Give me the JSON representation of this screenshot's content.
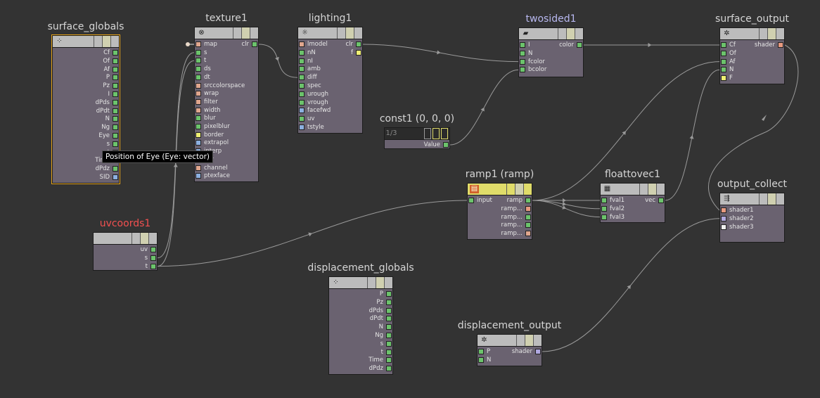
{
  "colors": {
    "background": "#333333",
    "wire": "#9a9a9a",
    "selected_outline": "#e8a51a",
    "port_green": "#6cc36c",
    "port_peach": "#e0a68e",
    "port_blue": "#8cb0e0",
    "port_yellow": "#efef74",
    "port_lilac": "#b0a8e0",
    "port_white": "#f0f0f0",
    "port_salmon": "#e89a80"
  },
  "tooltip": "Position of Eye (Eye: vector)",
  "nodes": [
    {
      "id": "surface_globals",
      "title": "surface_globals",
      "title_color": "#d6d6d6",
      "icon": "dots-icon",
      "icon_glyph": "⁘",
      "selected": true,
      "inputs": [],
      "outputs": [
        {
          "label": "Cf",
          "color": "green"
        },
        {
          "label": "Of",
          "color": "green"
        },
        {
          "label": "Af",
          "color": "green"
        },
        {
          "label": "P",
          "color": "green"
        },
        {
          "label": "Pz",
          "color": "green"
        },
        {
          "label": "I",
          "color": "green"
        },
        {
          "label": "dPds",
          "color": "green"
        },
        {
          "label": "dPdt",
          "color": "green"
        },
        {
          "label": "N",
          "color": "green"
        },
        {
          "label": "Ng",
          "color": "green"
        },
        {
          "label": "Eye",
          "color": "green"
        },
        {
          "label": "s",
          "color": "green"
        },
        {
          "label": "t",
          "color": "green"
        },
        {
          "label": "Time",
          "color": "green"
        },
        {
          "label": "dPdz",
          "color": "green"
        },
        {
          "label": "SID",
          "color": "blue"
        }
      ]
    },
    {
      "id": "texture1",
      "title": "texture1",
      "title_color": "#d6d6d6",
      "icon": "checker-icon",
      "icon_glyph": "⊗",
      "selected": false,
      "inputs": [
        {
          "label": "map",
          "color": "peach"
        },
        {
          "label": "s",
          "color": "green"
        },
        {
          "label": "t",
          "color": "green"
        },
        {
          "label": "ds",
          "color": "green"
        },
        {
          "label": "dt",
          "color": "green"
        },
        {
          "label": "srccolorspace",
          "color": "peach"
        },
        {
          "label": "wrap",
          "color": "peach"
        },
        {
          "label": "filter",
          "color": "peach"
        },
        {
          "label": "width",
          "color": "peach"
        },
        {
          "label": "blur",
          "color": "green"
        },
        {
          "label": "pixelblur",
          "color": "green"
        },
        {
          "label": "border",
          "color": "yellow"
        },
        {
          "label": "extrapol",
          "color": "blue"
        },
        {
          "label": "interp",
          "color": "blue"
        },
        {
          "label": "fillr",
          "color": "green"
        },
        {
          "label": "channel",
          "color": "peach"
        },
        {
          "label": "ptexface",
          "color": "blue"
        }
      ],
      "outputs": [
        {
          "label": "clr",
          "color": "green"
        }
      ]
    },
    {
      "id": "lighting1",
      "title": "lighting1",
      "title_color": "#d6d6d6",
      "icon": "bulb-icon",
      "icon_glyph": "☼",
      "selected": false,
      "inputs": [
        {
          "label": "lmodel",
          "color": "peach"
        },
        {
          "label": "nN",
          "color": "green"
        },
        {
          "label": "nI",
          "color": "green"
        },
        {
          "label": "amb",
          "color": "green"
        },
        {
          "label": "diff",
          "color": "green"
        },
        {
          "label": "spec",
          "color": "green"
        },
        {
          "label": "urough",
          "color": "green"
        },
        {
          "label": "vrough",
          "color": "green"
        },
        {
          "label": "facefwd",
          "color": "blue"
        },
        {
          "label": "uv",
          "color": "green"
        },
        {
          "label": "tstyle",
          "color": "blue"
        }
      ],
      "outputs": [
        {
          "label": "clr",
          "color": "green"
        },
        {
          "label": "f",
          "color": "yellow"
        }
      ]
    },
    {
      "id": "twosided1",
      "title": "twosided1",
      "title_color": "#b8b8f0",
      "icon": "box-icon",
      "icon_glyph": "▰",
      "selected": false,
      "inputs": [
        {
          "label": "I",
          "color": "green"
        },
        {
          "label": "N",
          "color": "green"
        },
        {
          "label": "fcolor",
          "color": "green"
        },
        {
          "label": "bcolor",
          "color": "green"
        }
      ],
      "outputs": [
        {
          "label": "color",
          "color": "green"
        }
      ]
    },
    {
      "id": "surface_output",
      "title": "surface_output",
      "title_color": "#d6d6d6",
      "icon": "output-icon",
      "icon_glyph": "✲",
      "selected": false,
      "inputs": [
        {
          "label": "Cf",
          "color": "green"
        },
        {
          "label": "Of",
          "color": "green"
        },
        {
          "label": "Af",
          "color": "green"
        },
        {
          "label": "N",
          "color": "green"
        },
        {
          "label": "F",
          "color": "yellow"
        }
      ],
      "outputs": [
        {
          "label": "shader",
          "color": "salmon"
        }
      ]
    },
    {
      "id": "const1",
      "title": "const1",
      "title_color": "#d6d6d6",
      "extra": "(0, 0, 0)",
      "icon": "const-icon",
      "icon_glyph": "1/3",
      "selected": false,
      "dark_header": true,
      "inputs": [],
      "outputs": [
        {
          "label": "Value",
          "color": "green"
        }
      ]
    },
    {
      "id": "ramp1",
      "title": "ramp1",
      "title_color": "#d6d6d6",
      "extra": "(ramp)",
      "icon": "ramp-icon",
      "icon_glyph": "▤",
      "selected": false,
      "yellow_header": true,
      "inputs": [
        {
          "label": "input",
          "color": "green"
        }
      ],
      "outputs": [
        {
          "label": "ramp",
          "color": "green"
        },
        {
          "label": "ramp...",
          "color": "salmon"
        },
        {
          "label": "ramp...",
          "color": "green"
        },
        {
          "label": "ramp...",
          "color": "green"
        },
        {
          "label": "ramp...",
          "color": "peach"
        }
      ]
    },
    {
      "id": "floattovec1",
      "title": "floattovec1",
      "title_color": "#d6d6d6",
      "icon": "vector-icon",
      "icon_glyph": "▦",
      "selected": false,
      "inputs": [
        {
          "label": "fval1",
          "color": "green"
        },
        {
          "label": "fval2",
          "color": "green"
        },
        {
          "label": "fval3",
          "color": "green"
        }
      ],
      "outputs": [
        {
          "label": "vec",
          "color": "green"
        }
      ]
    },
    {
      "id": "output_collect",
      "title": "output_collect",
      "title_color": "#d6d6d6",
      "icon": "collect-icon",
      "icon_glyph": "⇶",
      "selected": false,
      "inputs": [
        {
          "label": "shader1",
          "color": "salmon"
        },
        {
          "label": "shader2",
          "color": "lilac"
        },
        {
          "label": "shader3",
          "color": "white"
        }
      ],
      "outputs": []
    },
    {
      "id": "uvcoords1",
      "title": "uvcoords1",
      "title_color": "#f25050",
      "icon": "",
      "icon_glyph": "",
      "selected": false,
      "inputs": [],
      "outputs": [
        {
          "label": "uv",
          "color": "green"
        },
        {
          "label": "s",
          "color": "green"
        },
        {
          "label": "t",
          "color": "green"
        }
      ]
    },
    {
      "id": "displacement_globals",
      "title": "displacement_globals",
      "title_color": "#d6d6d6",
      "icon": "dots-icon",
      "icon_glyph": "⁘",
      "selected": false,
      "inputs": [],
      "outputs": [
        {
          "label": "P",
          "color": "green"
        },
        {
          "label": "Pz",
          "color": "green"
        },
        {
          "label": "dPds",
          "color": "green"
        },
        {
          "label": "dPdt",
          "color": "green"
        },
        {
          "label": "N",
          "color": "green"
        },
        {
          "label": "Ng",
          "color": "green"
        },
        {
          "label": "s",
          "color": "green"
        },
        {
          "label": "t",
          "color": "green"
        },
        {
          "label": "Time",
          "color": "green"
        },
        {
          "label": "dPdz",
          "color": "green"
        }
      ]
    },
    {
      "id": "displacement_output",
      "title": "displacement_output",
      "title_color": "#d6d6d6",
      "icon": "output-icon",
      "icon_glyph": "✲",
      "selected": false,
      "inputs": [
        {
          "label": "P",
          "color": "green"
        },
        {
          "label": "N",
          "color": "green"
        }
      ],
      "outputs": [
        {
          "label": "shader",
          "color": "lilac"
        }
      ]
    }
  ]
}
